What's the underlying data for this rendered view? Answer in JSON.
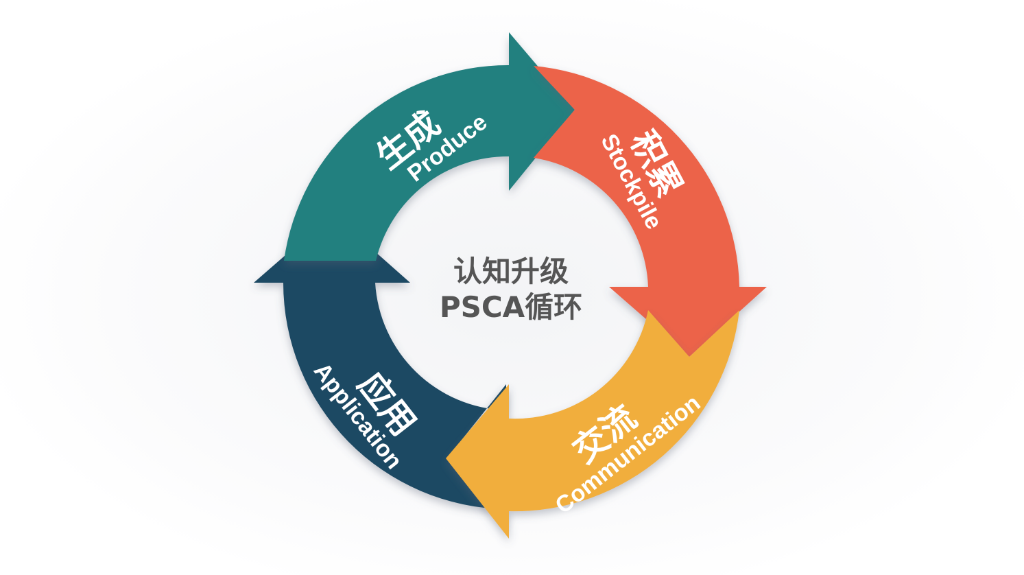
{
  "center": {
    "line1": "认知升级",
    "line2": "PSCA循环"
  },
  "segments": [
    {
      "cn": "生成",
      "en": "Produce",
      "color": "#24807f"
    },
    {
      "cn": "积累",
      "en": "Stockpile",
      "color": "#ec6448"
    },
    {
      "cn": "交流",
      "en": "Communication",
      "color": "#f1ae3e"
    },
    {
      "cn": "应用",
      "en": "Application",
      "color": "#1f4a63"
    }
  ]
}
